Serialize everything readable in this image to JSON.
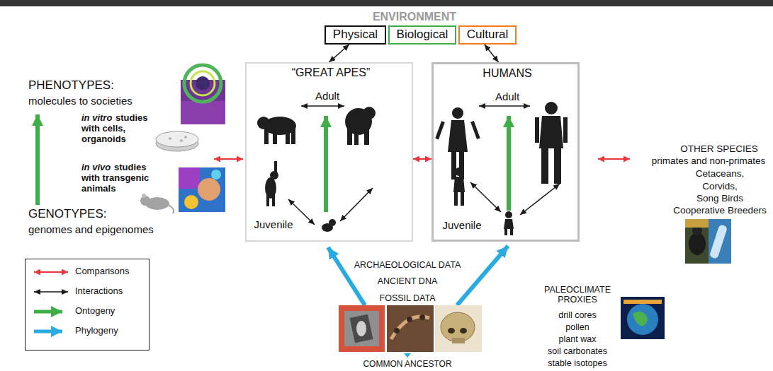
{
  "diagram": {
    "nodes": [
      {
        "text": [
          "Physical"
        ]
      },
      {
        "text": [
          "Biological"
        ]
      },
      {
        "text": [
          "Cultural"
        ]
      },
      {
        "text": [
          "“GREAT APES”",
          "Adult",
          "Juvenile"
        ]
      },
      {
        "text": [
          "HUMANS",
          "Adult",
          "Juvenile"
        ]
      }
    ],
    "edges": [
      {
        "from": 0,
        "to": 3,
        "arrow": "both"
      },
      {
        "from": 2,
        "to": 4,
        "arrow": "both"
      },
      {
        "from": 3,
        "to": 4,
        "arrow": "both"
      }
    ],
    "labels": [
      "ENVIRONMENT",
      "PHENOTYPES:",
      "molecules to societies",
      "in vitro",
      "studies with cells, organoids",
      "in vivo",
      "studies with transgenic animals",
      "GENOTYPES:",
      "genomes and epigenomes",
      "OTHER SPECIES",
      "primates and non-primates",
      "Cetaceans,",
      "Corvids,",
      "Song Birds",
      "Cooperative Breeders",
      "ARCHAEOLOGICAL DATA",
      "ANCIENT DNA",
      "FOSSIL DATA",
      "COMMON ANCESTOR",
      "PALEOCLIMATE PROXIES",
      "drill cores",
      "pollen",
      "plant wax",
      "soil carbonates",
      "stable isotopes"
    ],
    "legend": [
      {
        "text": "Comparisons"
      },
      {
        "text": "Interactions"
      },
      {
        "text": "Ontogeny"
      },
      {
        "text": "Phylogeny"
      }
    ]
  }
}
